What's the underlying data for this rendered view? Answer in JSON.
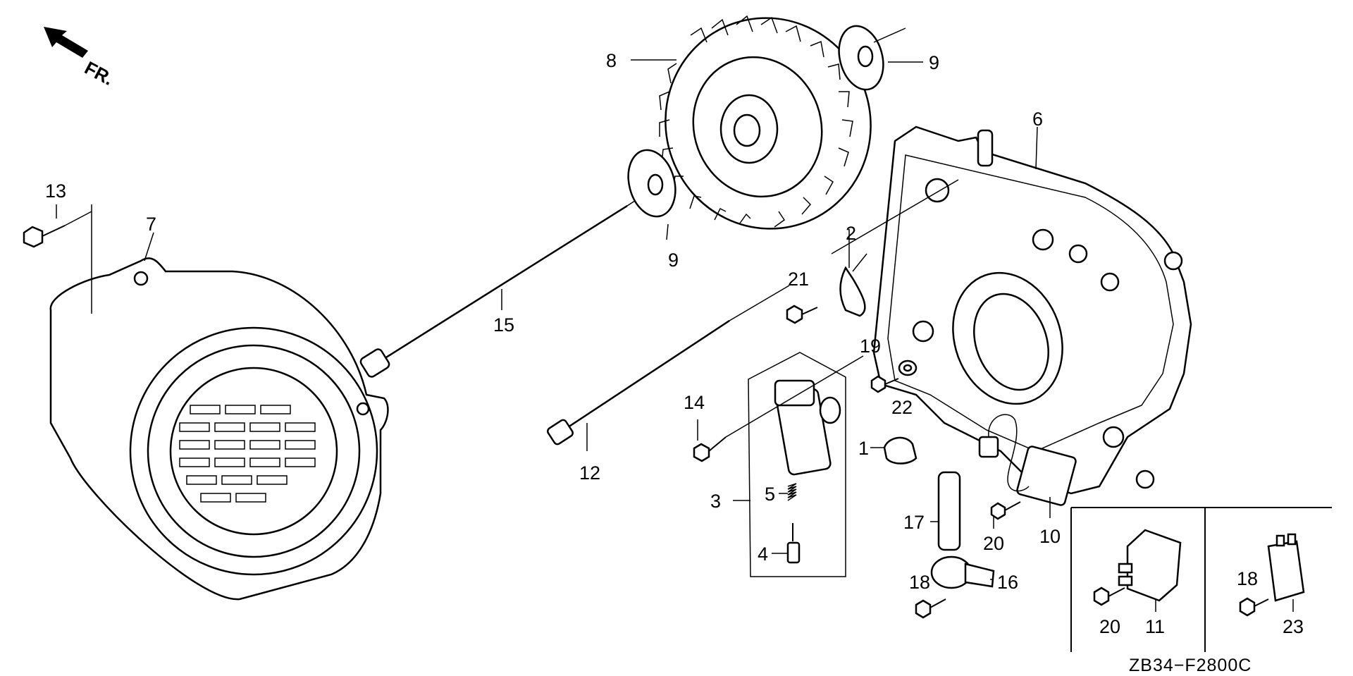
{
  "diagram": {
    "direction_label": "FR.",
    "code": "ZB34−F2800C",
    "callouts": {
      "c1": "1",
      "c2": "2",
      "c3": "3",
      "c4": "4",
      "c5": "5",
      "c6": "6",
      "c7": "7",
      "c8": "8",
      "c9a": "9",
      "c9b": "9",
      "c10": "10",
      "c11": "11",
      "c12": "12",
      "c13": "13",
      "c14": "14",
      "c15": "15",
      "c16": "16",
      "c17": "17",
      "c18a": "18",
      "c18b": "18",
      "c19": "19",
      "c20a": "20",
      "c20b": "20",
      "c21": "21",
      "c22": "22",
      "c23": "23"
    }
  }
}
